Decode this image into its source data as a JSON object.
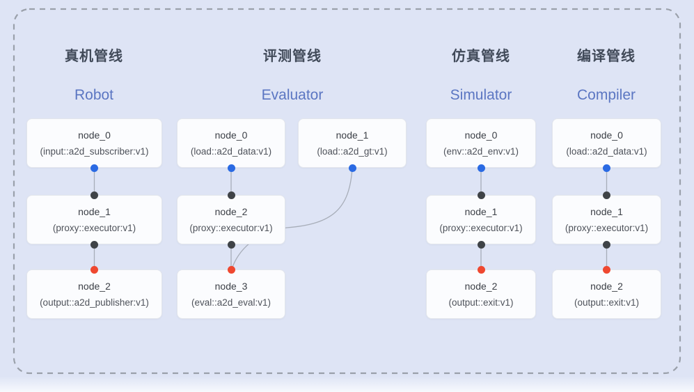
{
  "diagram": {
    "type": "pipeline-dag-overview",
    "colors": {
      "background": "#dee4f5",
      "dashed_border": "#9aa0aa",
      "node_fill": "#fbfcfe",
      "node_border": "#e3e6ec",
      "header_cn": "#414a59",
      "header_en": "#5b76c2",
      "port_blue": "#2a6ae3",
      "port_dark": "#3f4347",
      "port_red": "#ef4830",
      "connector": "#a7adb8"
    },
    "pipelines": [
      {
        "title_cn": "真机管线",
        "title_en": "Robot",
        "nodes": [
          {
            "title": "node_0",
            "subtitle": "(input::a2d_subscriber:v1)"
          },
          {
            "title": "node_1",
            "subtitle": "(proxy::executor:v1)"
          },
          {
            "title": "node_2",
            "subtitle": "(output::a2d_publisher:v1)"
          }
        ]
      },
      {
        "title_cn": "评测管线",
        "title_en": "Evaluator",
        "nodes": [
          {
            "title": "node_0",
            "subtitle": "(load::a2d_data:v1)"
          },
          {
            "title": "node_1",
            "subtitle": "(load::a2d_gt:v1)"
          },
          {
            "title": "node_2",
            "subtitle": "(proxy::executor:v1)"
          },
          {
            "title": "node_3",
            "subtitle": "(eval::a2d_eval:v1)"
          }
        ]
      },
      {
        "title_cn": "仿真管线",
        "title_en": "Simulator",
        "nodes": [
          {
            "title": "node_0",
            "subtitle": "(env::a2d_env:v1)"
          },
          {
            "title": "node_1",
            "subtitle": "(proxy::executor:v1)"
          },
          {
            "title": "node_2",
            "subtitle": "(output::exit:v1)"
          }
        ]
      },
      {
        "title_cn": "编译管线",
        "title_en": "Compiler",
        "nodes": [
          {
            "title": "node_0",
            "subtitle": "(load::a2d_data:v1)"
          },
          {
            "title": "node_1",
            "subtitle": "(proxy::executor:v1)"
          },
          {
            "title": "node_2",
            "subtitle": "(output::exit:v1)"
          }
        ]
      }
    ]
  }
}
